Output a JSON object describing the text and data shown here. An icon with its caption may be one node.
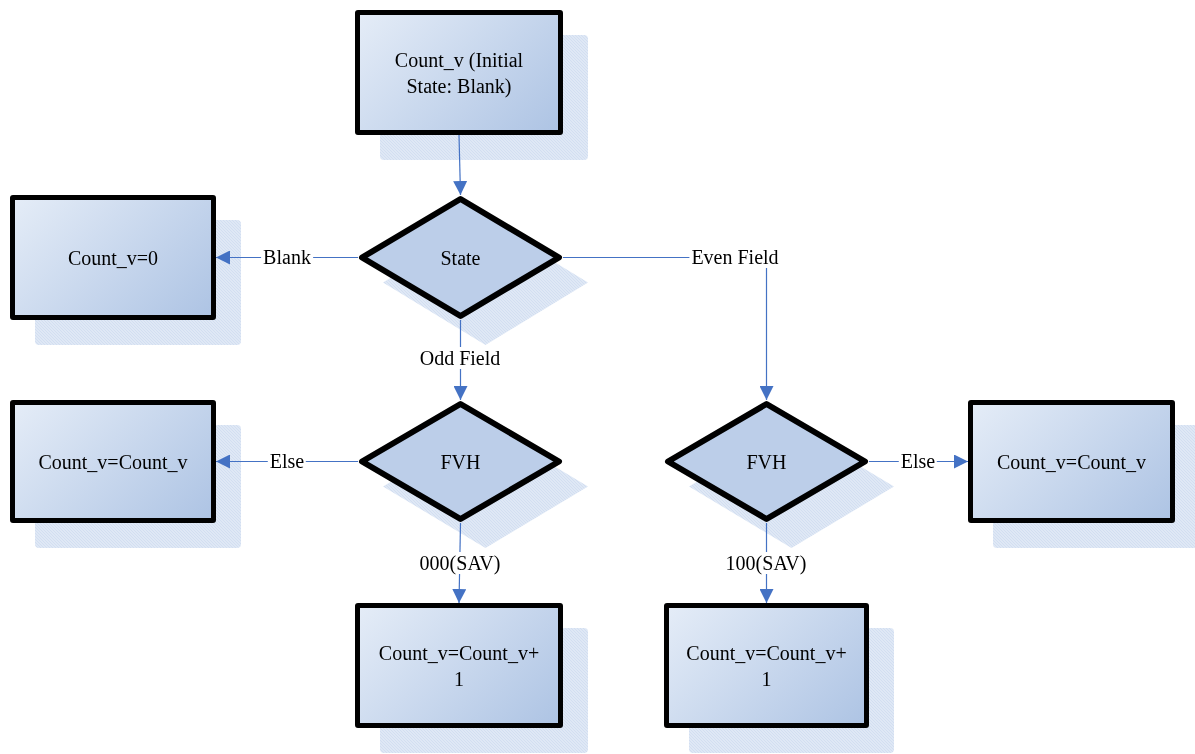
{
  "diagram": {
    "nodes": [
      {
        "text": [
          "Count_v (Initial State: Blank)"
        ]
      },
      {
        "text": [
          "State"
        ]
      },
      {
        "text": [
          "Count_v=0"
        ]
      },
      {
        "text": [
          "FVH"
        ]
      },
      {
        "text": [
          "Count_v=Count_v"
        ]
      },
      {
        "text": [
          "FVH"
        ]
      },
      {
        "text": [
          "Count_v=Count_v"
        ]
      },
      {
        "text": [
          "Count_v=Count_v+ 1"
        ]
      },
      {
        "text": [
          "Count_v=Count_v+ 1"
        ]
      }
    ],
    "edges": [
      {
        "from": 0,
        "to": 1,
        "arrow": "to"
      },
      {
        "from": 1,
        "to": 2,
        "arrow": "to",
        "label": "Blank"
      },
      {
        "from": 1,
        "to": 3,
        "arrow": "to",
        "label": "Odd Field"
      },
      {
        "from": 1,
        "to": 5,
        "arrow": "to",
        "label": "Even Field"
      },
      {
        "from": 3,
        "to": 4,
        "arrow": "to",
        "label": "Else"
      },
      {
        "from": 3,
        "to": 7,
        "arrow": "to",
        "label": "000(SAV)"
      },
      {
        "from": 5,
        "to": 6,
        "arrow": "to",
        "label": "Else"
      },
      {
        "from": 5,
        "to": 8,
        "arrow": "to",
        "label": "100(SAV)"
      }
    ]
  }
}
